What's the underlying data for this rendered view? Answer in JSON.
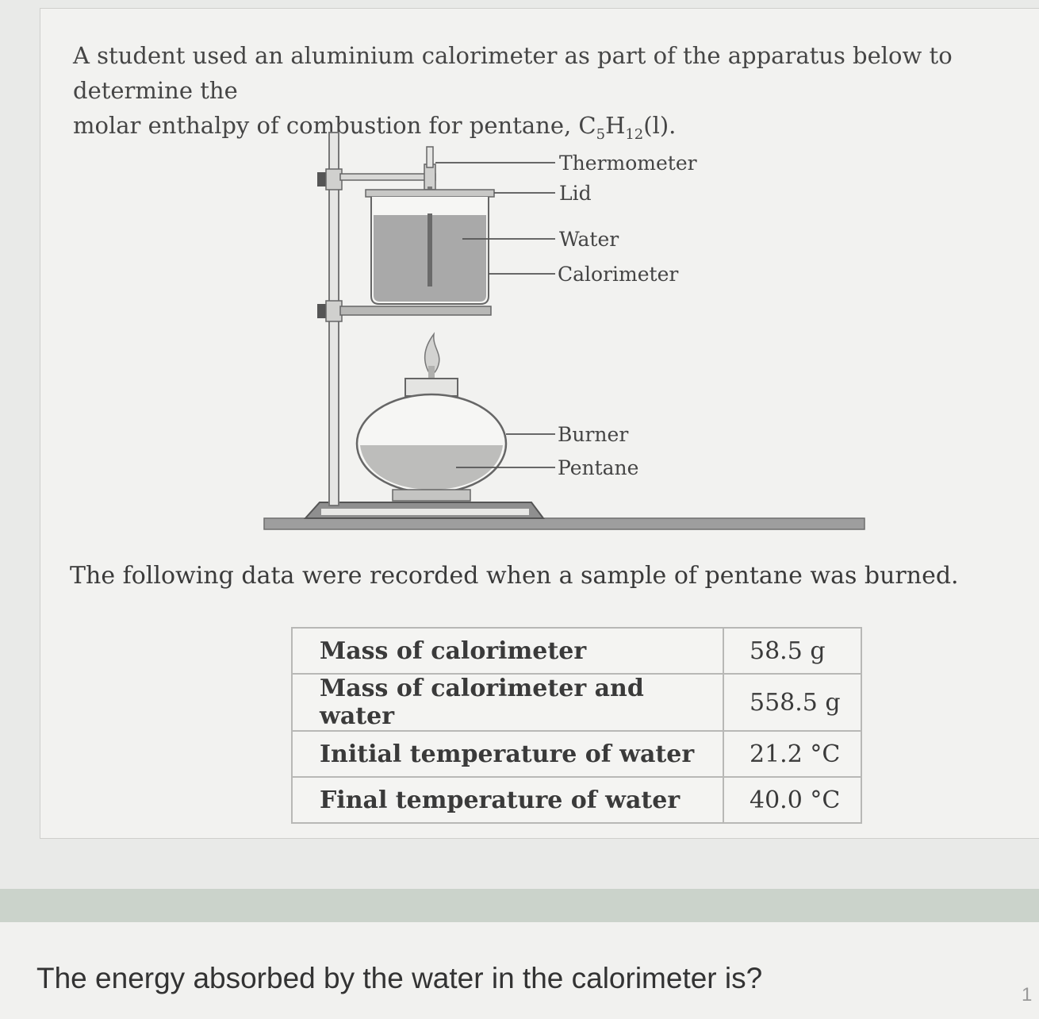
{
  "intro": {
    "line1": "A student used an aluminium calorimeter as part of the apparatus below to determine the",
    "line2_prefix": "molar enthalpy of combustion for pentane, C",
    "sub1": "5",
    "h": "H",
    "sub2": "12",
    "suffix": "(l)."
  },
  "diagram": {
    "labels": {
      "thermometer": "Thermometer",
      "lid": "Lid",
      "water": "Water",
      "calorimeter": "Calorimeter",
      "burner": "Burner",
      "pentane": "Pentane"
    }
  },
  "lead_text": "The following data were recorded when a sample of pentane was burned.",
  "table": {
    "rows": [
      {
        "label": "Mass of calorimeter",
        "value": "58.5 g"
      },
      {
        "label": "Mass of calorimeter and water",
        "value": "558.5 g"
      },
      {
        "label": "Initial temperature of water",
        "value": "21.2 °C"
      },
      {
        "label": "Final temperature of water",
        "value": "40.0 °C"
      }
    ]
  },
  "question": "The energy absorbed by the water in the calorimeter is?",
  "marker": "1"
}
